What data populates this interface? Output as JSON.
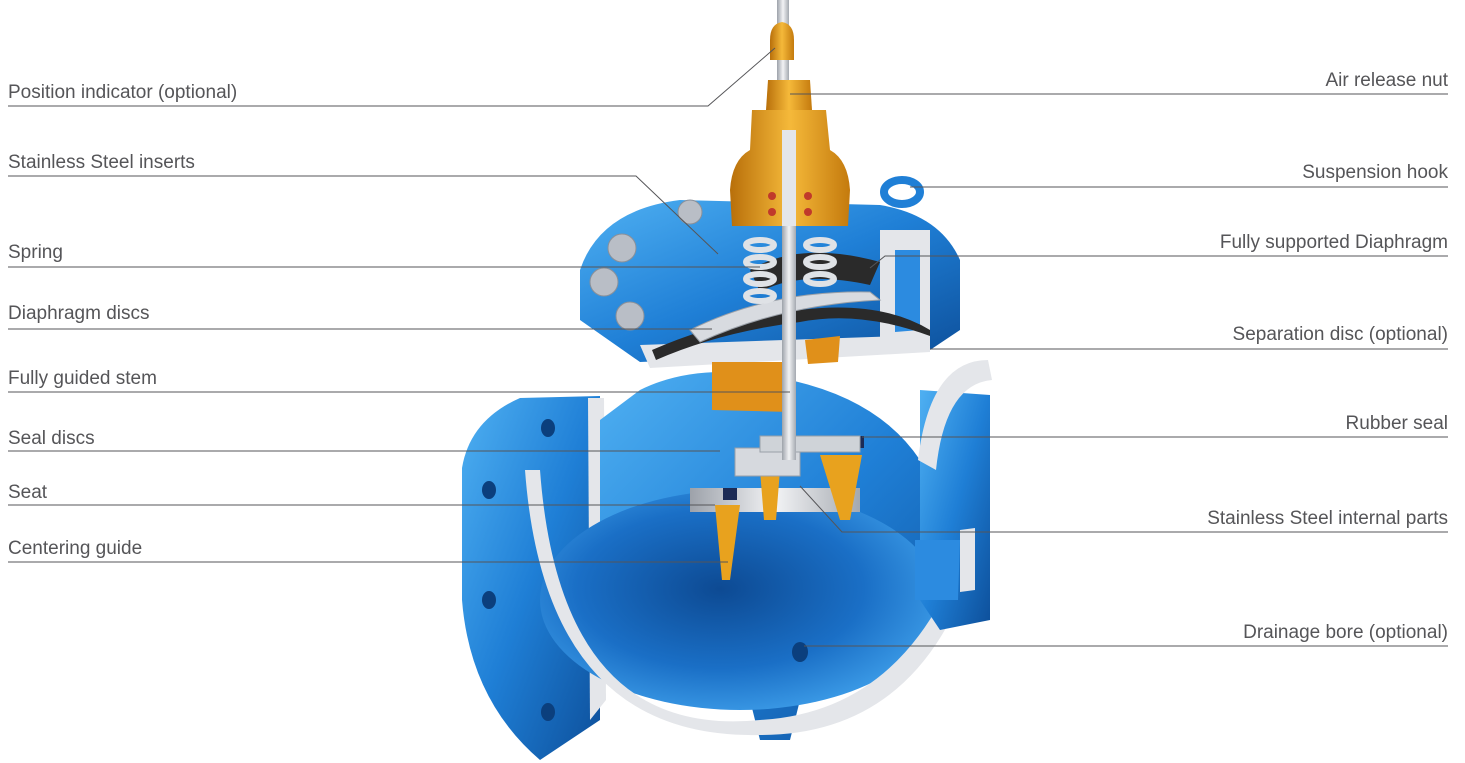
{
  "labels_left": [
    "Position indicator (optional)",
    "Stainless Steel inserts",
    "Spring",
    "Diaphragm discs",
    "Fully guided stem",
    "Seal discs",
    "Seat",
    "Centering guide"
  ],
  "labels_right": [
    "Air release nut",
    "Suspension hook",
    "Fully supported Diaphragm",
    "Separation disc (optional)",
    "Rubber seal",
    "Stainless Steel internal parts",
    "Drainage bore (optional)"
  ],
  "colors": {
    "body_blue": "#1f7fd6",
    "body_blue_light": "#3ea2ee",
    "body_blue_dark": "#0f5aa8",
    "cut_face": "#e4e6ea",
    "brass": "#e8a21e",
    "rubber": "#2a2a2a",
    "steel": "#c9ccd2",
    "leader_line": "#555558",
    "text": "#555558"
  }
}
